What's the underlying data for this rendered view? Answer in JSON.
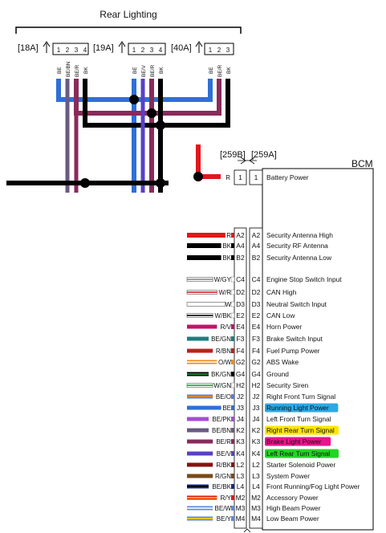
{
  "title": "Rear Lighting",
  "bcm_label": "BCM",
  "connectors_top": [
    {
      "label": "[18A]",
      "pins": [
        "1",
        "2",
        "3",
        "4"
      ],
      "wires": [
        "BE",
        "BE/BN",
        "BE/R",
        "BK"
      ]
    },
    {
      "label": "[19A]",
      "pins": [
        "1",
        "2",
        "3",
        "4"
      ],
      "wires": [
        "BE",
        "BE/V",
        "BE/R",
        "BK"
      ]
    },
    {
      "label": "[40A]",
      "pins": [
        "1",
        "2",
        "3"
      ],
      "wires": [
        "BE",
        "BE/R",
        "BK"
      ]
    }
  ],
  "bcm_connectors": {
    "left": "[259B]",
    "right": "[259A]"
  },
  "battery_row": {
    "code": "R",
    "pin_left": "1",
    "pin_right": "1",
    "desc": "Battery Power",
    "color": "#e3161b"
  },
  "bcm_rows": [
    {
      "code": "R",
      "pin": "A2",
      "desc": "Security Antenna High",
      "color": "#e3161b",
      "stripe": "",
      "highlight": ""
    },
    {
      "code": "BK",
      "pin": "A4",
      "desc": "Security RF Antenna",
      "color": "#000000",
      "stripe": "",
      "highlight": ""
    },
    {
      "code": "BK",
      "pin": "B2",
      "desc": "Security Antenna Low",
      "color": "#000000",
      "stripe": "",
      "highlight": ""
    },
    {
      "code": "W/GY",
      "pin": "C4",
      "desc": "Engine Stop Switch Input",
      "color": "#ffffff",
      "stripe": "#888888",
      "highlight": ""
    },
    {
      "code": "W/R",
      "pin": "D2",
      "desc": "CAN High",
      "color": "#ffffff",
      "stripe": "#e3161b",
      "highlight": ""
    },
    {
      "code": "W",
      "pin": "D3",
      "desc": "Neutral Switch Input",
      "color": "#ffffff",
      "stripe": "",
      "highlight": ""
    },
    {
      "code": "W/BK",
      "pin": "E2",
      "desc": "CAN Low",
      "color": "#ffffff",
      "stripe": "#000000",
      "highlight": ""
    },
    {
      "code": "R/V",
      "pin": "E4",
      "desc": "Horn Power",
      "color": "#c0146c",
      "stripe": "",
      "highlight": ""
    },
    {
      "code": "BE/GN",
      "pin": "F3",
      "desc": "Brake Switch Input",
      "color": "#1b7f7f",
      "stripe": "",
      "highlight": ""
    },
    {
      "code": "R/BN",
      "pin": "F4",
      "desc": "Fuel Pump Power",
      "color": "#b8231c",
      "stripe": "",
      "highlight": ""
    },
    {
      "code": "O/W",
      "pin": "G2",
      "desc": "ABS Wake",
      "color": "#f08a1c",
      "stripe": "#ffffff",
      "highlight": ""
    },
    {
      "code": "BK/GN",
      "pin": "G4",
      "desc": "Ground",
      "color": "#000000",
      "stripe": "#1f9a3a",
      "highlight": ""
    },
    {
      "code": "W/GN",
      "pin": "H2",
      "desc": "Security Siren",
      "color": "#ffffff",
      "stripe": "#1f9a3a",
      "highlight": ""
    },
    {
      "code": "BE/O",
      "pin": "J2",
      "desc": "Right Front Turn Signal",
      "color": "#5b7fd6",
      "stripe": "#f08a1c",
      "highlight": ""
    },
    {
      "code": "BE",
      "pin": "J3",
      "desc": "Running Light Power",
      "color": "#2f6fd8",
      "stripe": "",
      "highlight": "#2ea8e6"
    },
    {
      "code": "BE/PK",
      "pin": "J4",
      "desc": "Left Front Turn Signal",
      "color": "#a64cd8",
      "stripe": "",
      "highlight": ""
    },
    {
      "code": "BE/BN",
      "pin": "K2",
      "desc": "Right Rear Turn Signal",
      "color": "#6a5a86",
      "stripe": "",
      "highlight": "#ffe600"
    },
    {
      "code": "BE/R",
      "pin": "K3",
      "desc": "Brake Light Power",
      "color": "#8a2a5a",
      "stripe": "",
      "highlight": "#e8148c"
    },
    {
      "code": "BE/V",
      "pin": "K4",
      "desc": "Left Rear Turn Signal",
      "color": "#5a3fc8",
      "stripe": "",
      "highlight": "#22d622"
    },
    {
      "code": "R/BK",
      "pin": "L2",
      "desc": "Starter Solenoid Power",
      "color": "#8a1010",
      "stripe": "",
      "highlight": ""
    },
    {
      "code": "R/GN",
      "pin": "L3",
      "desc": "System Power",
      "color": "#7a4a1a",
      "stripe": "",
      "highlight": ""
    },
    {
      "code": "BE/BK",
      "pin": "L4",
      "desc": "Front Running/Fog Light Power",
      "color": "#1a2a80",
      "stripe": "#000000",
      "highlight": ""
    },
    {
      "code": "R/Y",
      "pin": "M2",
      "desc": "Accessory Power",
      "color": "#e3161b",
      "stripe": "#ffd400",
      "highlight": ""
    },
    {
      "code": "BE/W",
      "pin": "M3",
      "desc": "High Beam Power",
      "color": "#5b8ad6",
      "stripe": "#ffffff",
      "highlight": ""
    },
    {
      "code": "BE/Y",
      "pin": "M4",
      "desc": "Low Beam Power",
      "color": "#5b8ad6",
      "stripe": "#ffd400",
      "highlight": ""
    }
  ],
  "harness_colors": {
    "BE": "#2f6fd8",
    "BE/BN": "#6a5a86",
    "BE/R": "#8a2a5a",
    "BE/V": "#5a3fc8",
    "BK": "#000000",
    "R": "#e3161b"
  }
}
